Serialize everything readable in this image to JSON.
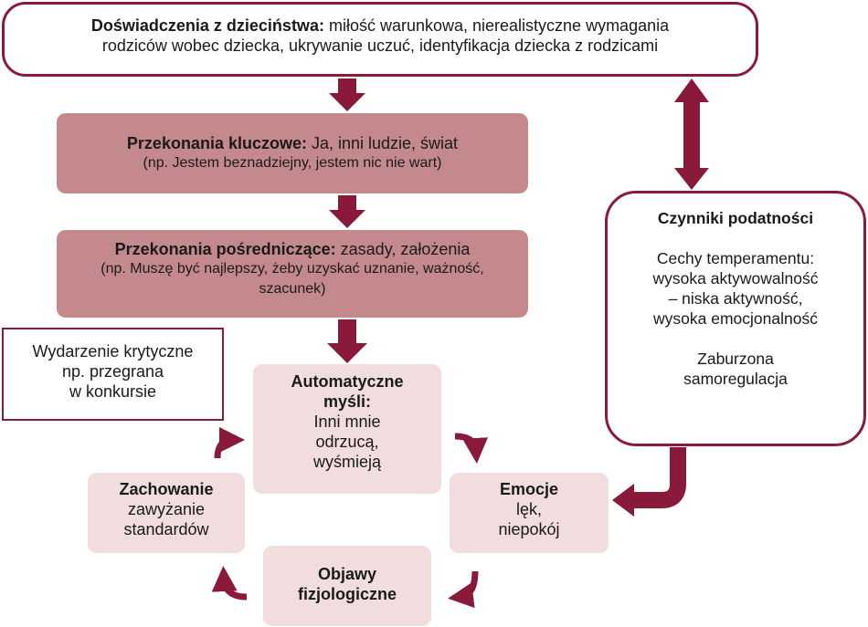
{
  "childhood": {
    "title": "Doświadczenia z dzieciństwa:",
    "text_line1": " miłość warunkowa, nierealistyczne wymagania",
    "text_line2": "rodziców wobec dziecka, ukrywanie uczuć, identyfikacja dziecka z rodzicami"
  },
  "core_beliefs": {
    "title": "Przekonania kluczowe:",
    "text": "  Ja, inni ludzie, świat",
    "example": "(np. Jestem beznadziejny, jestem nic nie wart)"
  },
  "intermediate_beliefs": {
    "title": "Przekonania pośredniczące:",
    "text": " zasady, założenia",
    "example_line1": "(np. Muszę być najlepszy, żeby uzyskać uznanie, ważność,",
    "example_line2": "szacunek)"
  },
  "critical_event": {
    "line1": "Wydarzenie krytyczne",
    "line2": "np. przegrana",
    "line3": "w konkursie"
  },
  "automatic_thoughts": {
    "title_line1": "Automatyczne",
    "title_line2": "myśli:",
    "line1": "Inni mnie",
    "line2": "odrzucą,",
    "line3": "wyśmieją"
  },
  "emotions": {
    "title": "Emocje",
    "line1": "lęk,",
    "line2": "niepokój"
  },
  "physiological": {
    "title_line1": "Objawy",
    "title_line2": "fizjologiczne"
  },
  "behavior": {
    "title": "Zachowanie",
    "line1": "zawyżanie",
    "line2": "standardów"
  },
  "vulnerability": {
    "title": "Czynniki podatności",
    "temp_line1": "Cechy temperamentu:",
    "temp_line2": "wysoka aktywowalność",
    "temp_line3": "– niska aktywność,",
    "temp_line4": "wysoka emocjonalność",
    "reg_line1": "Zaburzona",
    "reg_line2": "samoregulacja"
  },
  "colors": {
    "arrow": "#8a1a3a",
    "dark_box": "#c4898c",
    "light_box": "#f1dddd",
    "border": "#8a1a3a"
  }
}
